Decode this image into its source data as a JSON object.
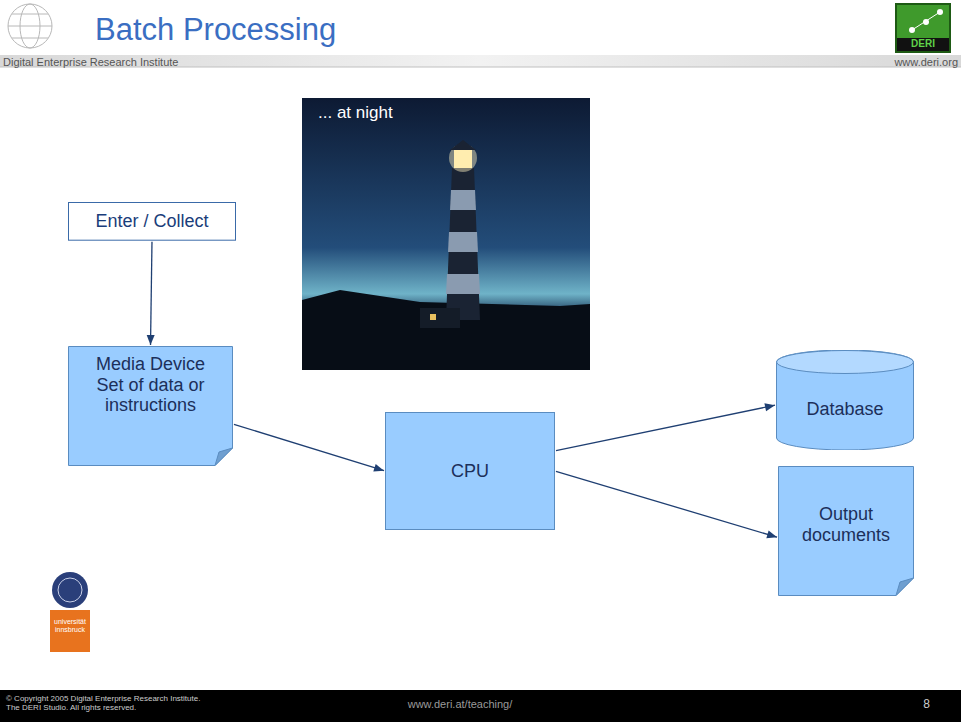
{
  "diagram": {
    "title": "Batch Processing",
    "nodes": [
      {
        "text": [
          "Enter / Collect"
        ]
      },
      {
        "text": [
          "Media Device",
          "Set of data or instructions"
        ]
      },
      {
        "text": [
          "CPU"
        ]
      },
      {
        "text": [
          "Database"
        ]
      },
      {
        "text": [
          "Output documents"
        ]
      }
    ],
    "edges": [
      {
        "from": 0,
        "to": 1,
        "arrow": "to"
      },
      {
        "from": 1,
        "to": 2,
        "arrow": "to"
      },
      {
        "from": 2,
        "to": 3,
        "arrow": "to"
      },
      {
        "from": 2,
        "to": 4,
        "arrow": "to"
      }
    ],
    "labels": [
      "Digital Enterprise Research Institute",
      "www.deri.org",
      "DERI",
      "... at night",
      "universität innsbruck",
      "© Copyright 2005 Digital Enterprise Research Institute. The DERI Studio. All rights reserved.",
      "www.deri.at/teaching/",
      "8"
    ]
  }
}
